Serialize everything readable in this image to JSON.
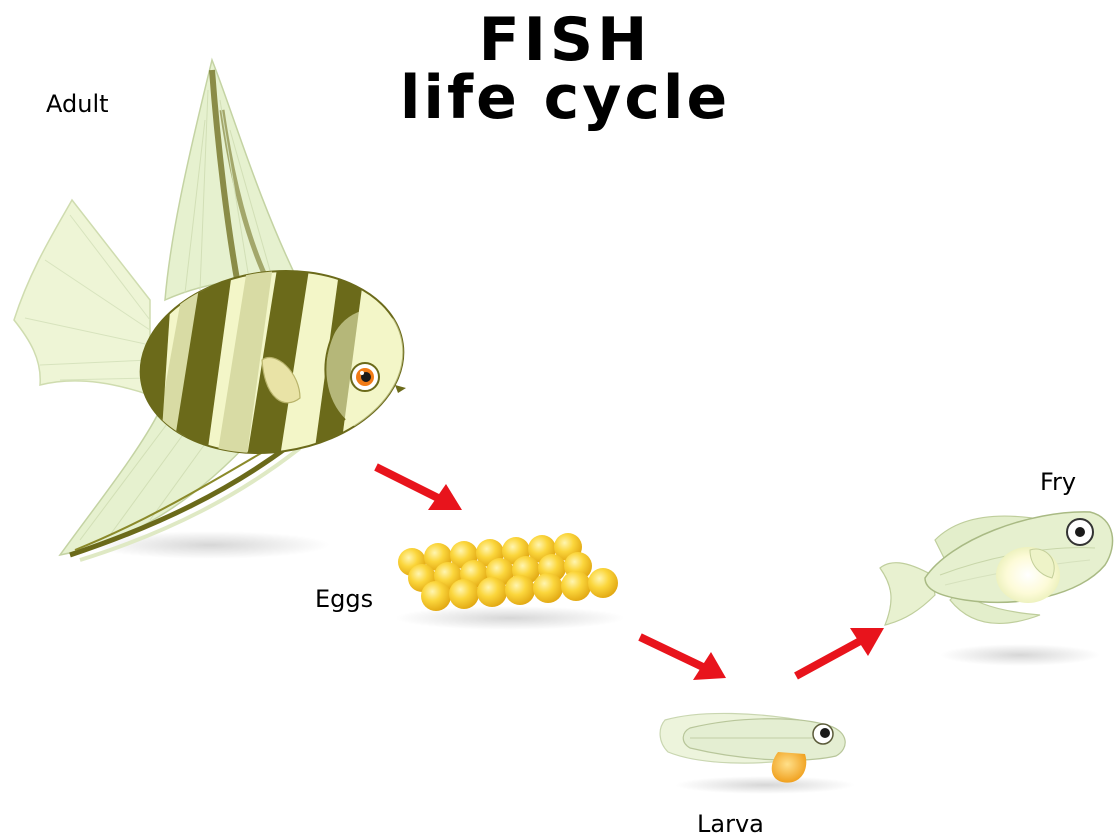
{
  "title": {
    "line1": "FISH",
    "line2": "life cycle"
  },
  "stages": {
    "adult": "Adult",
    "eggs": "Eggs",
    "larva": "Larva",
    "fry": "Fry"
  },
  "colors": {
    "arrow": "#e8141c",
    "stripe": "#6b6a1a",
    "fin": "#e3f0c9",
    "body": "#f3f6c8",
    "egg": "#f6c51d"
  }
}
